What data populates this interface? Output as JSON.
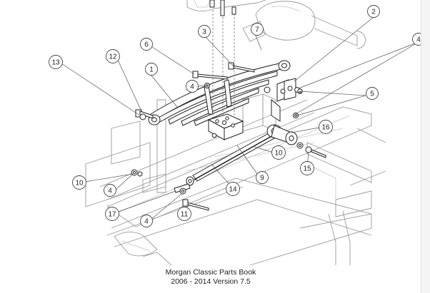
{
  "caption": {
    "line1": "Morgan Classic Parts Book",
    "line2": "2006 - 2014 Version 7.5"
  },
  "callouts": [
    {
      "id": "c1",
      "label": "1"
    },
    {
      "id": "c2",
      "label": "2"
    },
    {
      "id": "c3",
      "label": "3"
    },
    {
      "id": "c4a",
      "label": "4"
    },
    {
      "id": "c4b",
      "label": "4"
    },
    {
      "id": "c4c",
      "label": "4"
    },
    {
      "id": "c4d",
      "label": "4"
    },
    {
      "id": "c5",
      "label": "5"
    },
    {
      "id": "c6",
      "label": "6"
    },
    {
      "id": "c7",
      "label": "7"
    },
    {
      "id": "c9",
      "label": "9"
    },
    {
      "id": "c10a",
      "label": "10"
    },
    {
      "id": "c10b",
      "label": "10"
    },
    {
      "id": "c11",
      "label": "11"
    },
    {
      "id": "c12",
      "label": "12"
    },
    {
      "id": "c13",
      "label": "13"
    },
    {
      "id": "c14",
      "label": "14"
    },
    {
      "id": "c15",
      "label": "15"
    },
    {
      "id": "c16",
      "label": "16"
    },
    {
      "id": "c17",
      "label": "17"
    }
  ]
}
